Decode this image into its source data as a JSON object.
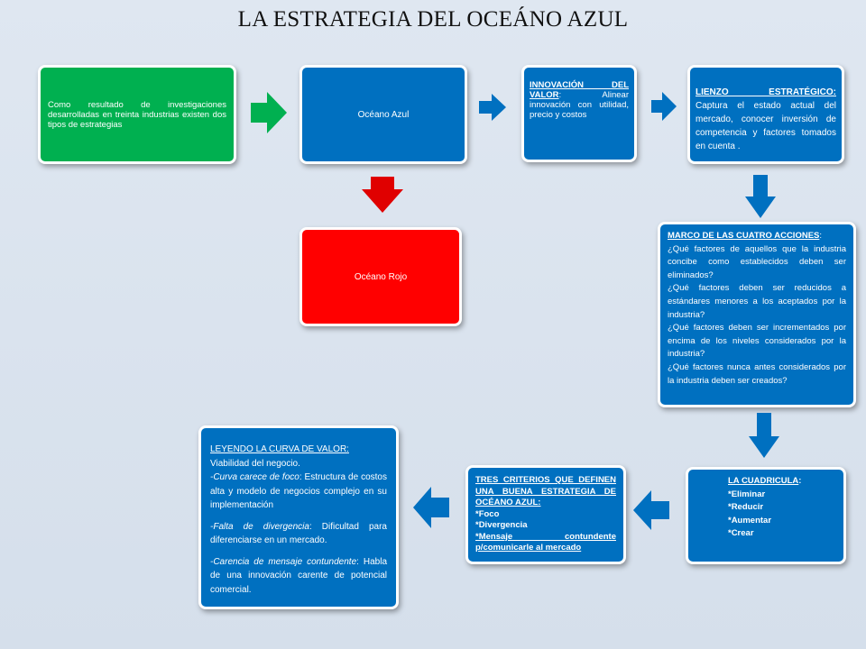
{
  "title": "LA ESTRATEGIA DEL OCEÁNO AZUL",
  "colors": {
    "green": "#00b050",
    "blue": "#0070c0",
    "red": "#ff0000",
    "arrow_green": "#00b050",
    "arrow_blue": "#0070c0",
    "arrow_red": "#e00000"
  },
  "boxes": {
    "intro": {
      "text": "Como resultado de investigaciones desarrolladas en treinta industrias existen dos tipos de estrategias"
    },
    "oceano_azul": {
      "text": "Océano Azul"
    },
    "oceano_rojo": {
      "text": "Océano  Rojo"
    },
    "innovacion": {
      "heading": "INNOVACIÓN DEL VALOR",
      "text": ": Alinear innovación con utilidad, precio y costos"
    },
    "lienzo": {
      "heading": "LIENZO ESTRATÉGICO:",
      "text": "Captura el estado actual del mercado, conocer inversión de competencia y factores tomados en cuenta ."
    },
    "marco": {
      "heading": "MARCO DE LAS CUATRO ACCIONES",
      "heading_suffix": ":",
      "questions": [
        "¿Qué factores de aquellos que la industria concibe como establecidos deben ser eliminados?",
        "¿Qué factores deben ser reducidos a estándares menores a los aceptados por la industria?",
        "¿Qué factores deben ser incrementados por encima de los niveles considerados por la industria?",
        "¿Qué factores nunca antes considerados por la industria deben ser creados?"
      ]
    },
    "cuadricula": {
      "heading": "LA CUADRICULA",
      "heading_suffix": ":",
      "items": [
        "*Eliminar",
        "*Reducir",
        "*Aumentar",
        "*Crear"
      ]
    },
    "criterios": {
      "heading": "TRES CRITERIOS QUE DEFINEN UNA BUENA ESTRATEGIA DE OCÉANO AZUL:",
      "heading_suffix": ":",
      "items": [
        "*Foco",
        "*Divergencia",
        "*Mensaje contundente p/comunicarle al mercado"
      ]
    },
    "curva": {
      "heading": "LEYENDO LA CURVA DE VALOR:",
      "line1": "Viabilidad del negocio.",
      "p1_term": "-Curva carece de foco",
      "p1_text": ": Estructura de costos alta y modelo de negocios complejo en su implementación",
      "p2_term": "-Falta de divergencia",
      "p2_text": ": Dificultad para diferenciarse en un mercado.",
      "p3_term": "-Carencia de mensaje contundente",
      "p3_text": ": Habla de una innovación carente de potencial comercial."
    }
  }
}
